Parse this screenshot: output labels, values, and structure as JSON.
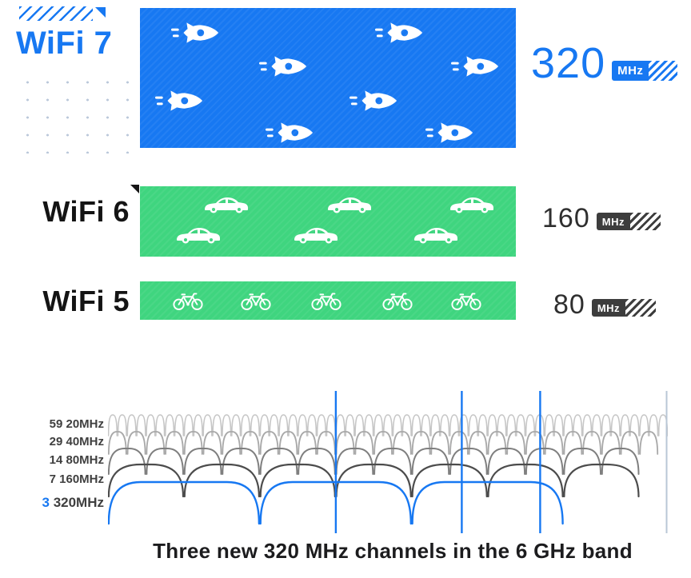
{
  "colors": {
    "accent_blue": "#1778f2",
    "band_green": "#3fd57f",
    "dark_badge": "#3d3d3d"
  },
  "bands": [
    {
      "label": "WiFi 7",
      "value": "320",
      "unit": "MHz",
      "vehicle_icon": "rocket-icon",
      "icon_count": 8
    },
    {
      "label": "WiFi 6",
      "value": "160",
      "unit": "MHz",
      "vehicle_icon": "car-icon",
      "icon_count": 6
    },
    {
      "label": "WiFi 5",
      "value": "80",
      "unit": "MHz",
      "vehicle_icon": "bike-icon",
      "icon_count": 5
    }
  ],
  "chart_data": {
    "type": "area",
    "title": "Three new 320 MHz channels in the 6 GHz band",
    "band_name": "6 GHz",
    "total_20mhz_units": 59,
    "rows": [
      {
        "count": "59",
        "bandwidth": "20MHz",
        "color": "#c6c6c6",
        "highlight": false
      },
      {
        "count": "29",
        "bandwidth": "40MHz",
        "color": "#a9a9a9",
        "highlight": false
      },
      {
        "count": "14",
        "bandwidth": "80MHz",
        "color": "#7f7f7f",
        "highlight": false
      },
      {
        "count": "7",
        "bandwidth": "160MHz",
        "color": "#4c4c4c",
        "highlight": false
      },
      {
        "count": "3",
        "bandwidth": "320MHz",
        "color": "#1778f2",
        "highlight": true
      }
    ],
    "dividers": [
      {
        "frac": 0.407,
        "color": "#1778f2",
        "width": 2.4
      },
      {
        "frac": 0.632,
        "color": "#1778f2",
        "width": 2.4
      },
      {
        "frac": 0.772,
        "color": "#1778f2",
        "width": 2.4
      },
      {
        "frac": 0.998,
        "color": "#b9c7d6",
        "width": 2
      }
    ]
  }
}
